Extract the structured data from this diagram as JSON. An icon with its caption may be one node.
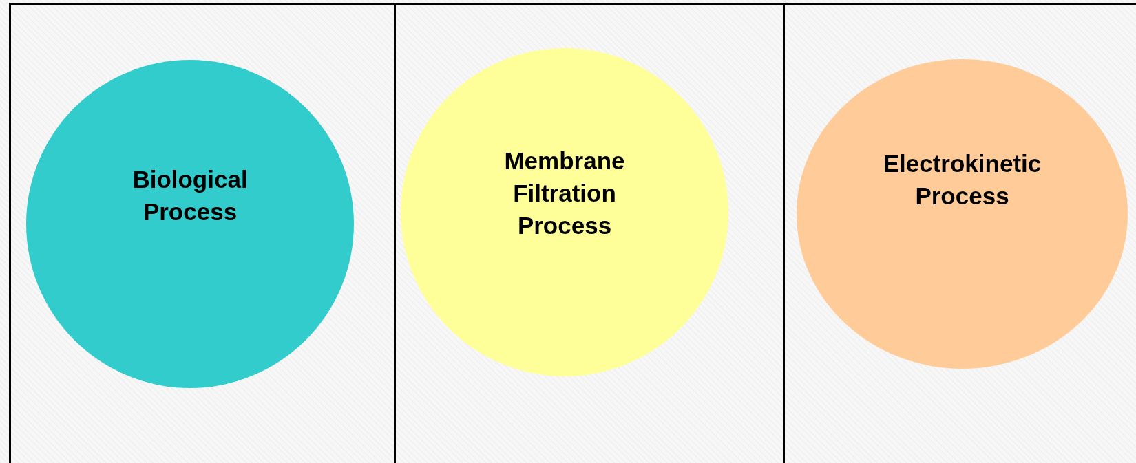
{
  "diagram": {
    "nodes": [
      {
        "text": [],
        "shape": "box"
      },
      {
        "text": [
          "Biological Process"
        ],
        "in": 0
      },
      {
        "text": [],
        "shape": "box"
      },
      {
        "text": [
          "Membrane Filtration Process"
        ],
        "in": 2
      },
      {
        "text": [],
        "shape": "box"
      },
      {
        "text": [
          "Electrokinetic Process"
        ],
        "in": 4
      }
    ]
  }
}
